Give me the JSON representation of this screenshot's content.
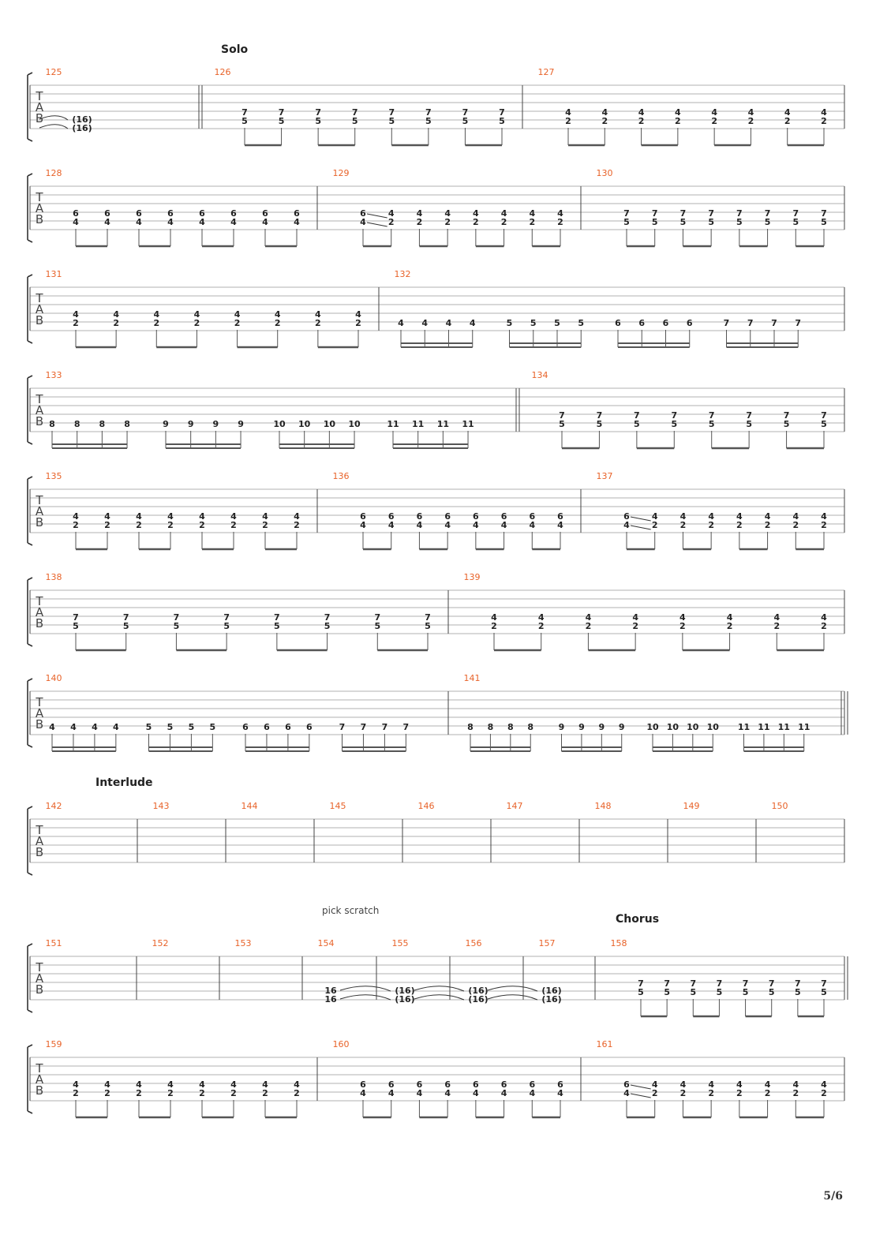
{
  "page": {
    "page_number": "5/6",
    "tab_clef": [
      "T",
      "A",
      "B"
    ]
  },
  "colors": {
    "measure_number": "#e8632a",
    "staff": "#444444",
    "beam": "#555555",
    "fret": "#222222"
  },
  "labels": {
    "solo": "Solo",
    "interlude": "Interlude",
    "pick_scratch": "pick scratch",
    "chorus": "Chorus"
  },
  "systems": [
    {
      "measures": [
        {
          "number": "125",
          "chords": [
            [
              "(16)",
              "(16)"
            ]
          ]
        },
        {
          "number": "126",
          "chords": [
            [
              "7",
              "5"
            ],
            [
              "7",
              "5"
            ],
            [
              "7",
              "5"
            ],
            [
              "7",
              "5"
            ],
            [
              "7",
              "5"
            ],
            [
              "7",
              "5"
            ],
            [
              "7",
              "5"
            ],
            [
              "7",
              "5"
            ]
          ]
        },
        {
          "number": "127",
          "chords": [
            [
              "4",
              "2"
            ],
            [
              "4",
              "2"
            ],
            [
              "4",
              "2"
            ],
            [
              "4",
              "2"
            ],
            [
              "4",
              "2"
            ],
            [
              "4",
              "2"
            ],
            [
              "4",
              "2"
            ],
            [
              "4",
              "2"
            ]
          ]
        }
      ]
    },
    {
      "measures": [
        {
          "number": "128",
          "chords": [
            [
              "6",
              "4"
            ],
            [
              "6",
              "4"
            ],
            [
              "6",
              "4"
            ],
            [
              "6",
              "4"
            ],
            [
              "6",
              "4"
            ],
            [
              "6",
              "4"
            ],
            [
              "6",
              "4"
            ],
            [
              "6",
              "4"
            ]
          ]
        },
        {
          "number": "129",
          "chords": [
            [
              "6",
              "4"
            ],
            [
              "4",
              "2"
            ],
            [
              "4",
              "2"
            ],
            [
              "4",
              "2"
            ],
            [
              "4",
              "2"
            ],
            [
              "4",
              "2"
            ],
            [
              "4",
              "2"
            ],
            [
              "4",
              "2"
            ]
          ]
        },
        {
          "number": "130",
          "chords": [
            [
              "7",
              "5"
            ],
            [
              "7",
              "5"
            ],
            [
              "7",
              "5"
            ],
            [
              "7",
              "5"
            ],
            [
              "7",
              "5"
            ],
            [
              "7",
              "5"
            ],
            [
              "7",
              "5"
            ],
            [
              "7",
              "5"
            ]
          ]
        }
      ]
    },
    {
      "measures": [
        {
          "number": "131",
          "chords": [
            [
              "4",
              "2"
            ],
            [
              "4",
              "2"
            ],
            [
              "4",
              "2"
            ],
            [
              "4",
              "2"
            ],
            [
              "4",
              "2"
            ],
            [
              "4",
              "2"
            ],
            [
              "4",
              "2"
            ],
            [
              "4",
              "2"
            ]
          ]
        },
        {
          "number": "132",
          "notes": [
            "4",
            "4",
            "4",
            "4",
            "5",
            "5",
            "5",
            "5",
            "6",
            "6",
            "6",
            "6",
            "7",
            "7",
            "7",
            "7"
          ]
        }
      ]
    },
    {
      "measures": [
        {
          "number": "133",
          "notes": [
            "8",
            "8",
            "8",
            "8",
            "9",
            "9",
            "9",
            "9",
            "10",
            "10",
            "10",
            "10",
            "11",
            "11",
            "11",
            "11"
          ]
        },
        {
          "number": "134",
          "chords": [
            [
              "7",
              "5"
            ],
            [
              "7",
              "5"
            ],
            [
              "7",
              "5"
            ],
            [
              "7",
              "5"
            ],
            [
              "7",
              "5"
            ],
            [
              "7",
              "5"
            ],
            [
              "7",
              "5"
            ],
            [
              "7",
              "5"
            ]
          ]
        }
      ]
    },
    {
      "measures": [
        {
          "number": "135",
          "chords": [
            [
              "4",
              "2"
            ],
            [
              "4",
              "2"
            ],
            [
              "4",
              "2"
            ],
            [
              "4",
              "2"
            ],
            [
              "4",
              "2"
            ],
            [
              "4",
              "2"
            ],
            [
              "4",
              "2"
            ],
            [
              "4",
              "2"
            ]
          ]
        },
        {
          "number": "136",
          "chords": [
            [
              "6",
              "4"
            ],
            [
              "6",
              "4"
            ],
            [
              "6",
              "4"
            ],
            [
              "6",
              "4"
            ],
            [
              "6",
              "4"
            ],
            [
              "6",
              "4"
            ],
            [
              "6",
              "4"
            ],
            [
              "6",
              "4"
            ]
          ]
        },
        {
          "number": "137",
          "chords": [
            [
              "6",
              "4"
            ],
            [
              "4",
              "2"
            ],
            [
              "4",
              "2"
            ],
            [
              "4",
              "2"
            ],
            [
              "4",
              "2"
            ],
            [
              "4",
              "2"
            ],
            [
              "4",
              "2"
            ],
            [
              "4",
              "2"
            ]
          ]
        }
      ]
    },
    {
      "measures": [
        {
          "number": "138",
          "chords": [
            [
              "7",
              "5"
            ],
            [
              "7",
              "5"
            ],
            [
              "7",
              "5"
            ],
            [
              "7",
              "5"
            ],
            [
              "7",
              "5"
            ],
            [
              "7",
              "5"
            ],
            [
              "7",
              "5"
            ],
            [
              "7",
              "5"
            ]
          ]
        },
        {
          "number": "139",
          "chords": [
            [
              "4",
              "2"
            ],
            [
              "4",
              "2"
            ],
            [
              "4",
              "2"
            ],
            [
              "4",
              "2"
            ],
            [
              "4",
              "2"
            ],
            [
              "4",
              "2"
            ],
            [
              "4",
              "2"
            ],
            [
              "4",
              "2"
            ]
          ]
        }
      ]
    },
    {
      "measures": [
        {
          "number": "140",
          "notes": [
            "4",
            "4",
            "4",
            "4",
            "5",
            "5",
            "5",
            "5",
            "6",
            "6",
            "6",
            "6",
            "7",
            "7",
            "7",
            "7"
          ]
        },
        {
          "number": "141",
          "notes": [
            "8",
            "8",
            "8",
            "8",
            "9",
            "9",
            "9",
            "9",
            "10",
            "10",
            "10",
            "10",
            "11",
            "11",
            "11",
            "11"
          ]
        }
      ]
    },
    {
      "measures": [
        {
          "number": "142"
        },
        {
          "number": "143"
        },
        {
          "number": "144"
        },
        {
          "number": "145"
        },
        {
          "number": "146"
        },
        {
          "number": "147"
        },
        {
          "number": "148"
        },
        {
          "number": "149"
        },
        {
          "number": "150"
        }
      ]
    },
    {
      "measures": [
        {
          "number": "151"
        },
        {
          "number": "152"
        },
        {
          "number": "153"
        },
        {
          "number": "154",
          "chords": [
            [
              "16",
              "16"
            ]
          ]
        },
        {
          "number": "155",
          "chords": [
            [
              "(16)",
              "(16)"
            ]
          ]
        },
        {
          "number": "156",
          "chords": [
            [
              "(16)",
              "(16)"
            ]
          ]
        },
        {
          "number": "157",
          "chords": [
            [
              "(16)",
              "(16)"
            ]
          ]
        },
        {
          "number": "158",
          "chords": [
            [
              "7",
              "5"
            ],
            [
              "7",
              "5"
            ],
            [
              "7",
              "5"
            ],
            [
              "7",
              "5"
            ],
            [
              "7",
              "5"
            ],
            [
              "7",
              "5"
            ],
            [
              "7",
              "5"
            ],
            [
              "7",
              "5"
            ]
          ]
        }
      ]
    },
    {
      "measures": [
        {
          "number": "159",
          "chords": [
            [
              "4",
              "2"
            ],
            [
              "4",
              "2"
            ],
            [
              "4",
              "2"
            ],
            [
              "4",
              "2"
            ],
            [
              "4",
              "2"
            ],
            [
              "4",
              "2"
            ],
            [
              "4",
              "2"
            ],
            [
              "4",
              "2"
            ]
          ]
        },
        {
          "number": "160",
          "chords": [
            [
              "6",
              "4"
            ],
            [
              "6",
              "4"
            ],
            [
              "6",
              "4"
            ],
            [
              "6",
              "4"
            ],
            [
              "6",
              "4"
            ],
            [
              "6",
              "4"
            ],
            [
              "6",
              "4"
            ],
            [
              "6",
              "4"
            ]
          ]
        },
        {
          "number": "161",
          "chords": [
            [
              "6",
              "4"
            ],
            [
              "4",
              "2"
            ],
            [
              "4",
              "2"
            ],
            [
              "4",
              "2"
            ],
            [
              "4",
              "2"
            ],
            [
              "4",
              "2"
            ],
            [
              "4",
              "2"
            ],
            [
              "4",
              "2"
            ]
          ]
        }
      ]
    }
  ]
}
